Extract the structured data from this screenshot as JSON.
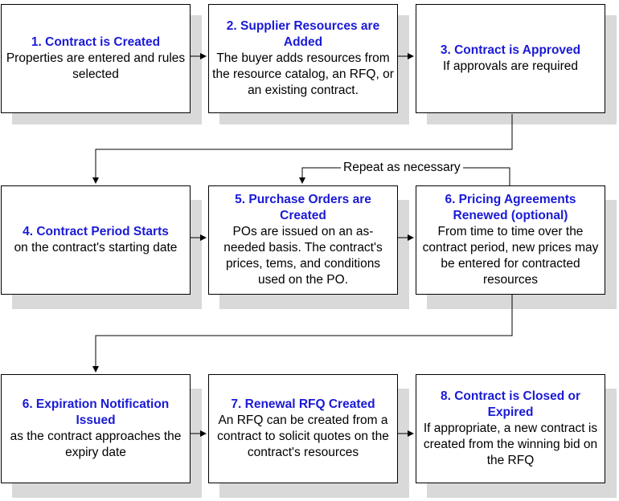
{
  "steps": [
    {
      "title": "1. Contract is Created",
      "desc": "Properties are entered and rules selected"
    },
    {
      "title": "2. Supplier Resources are Added",
      "desc": "The buyer adds resources from the resource catalog, an RFQ, or an existing contract."
    },
    {
      "title": "3. Contract is Approved",
      "desc": "If approvals are required"
    },
    {
      "title": "4. Contract Period Starts",
      "desc": "on the contract's starting date"
    },
    {
      "title": "5. Purchase Orders are Created",
      "desc": "POs are issued on an as-needed basis. The contract's prices, tems, and conditions used on the PO."
    },
    {
      "title": "6. Pricing Agreements Renewed (optional)",
      "desc": "From time to time over the contract period, new prices may be entered for contracted resources"
    },
    {
      "title": "6. Expiration Notification Issued",
      "desc": "as the contract approaches the expiry date"
    },
    {
      "title": "7. Renewal RFQ Created",
      "desc": "An RFQ can be created from a contract to solicit quotes on the contract's resources"
    },
    {
      "title": "8. Contract is Closed or Expired",
      "desc": "If appropriate, a new contract is created from the winning bid on the RFQ"
    }
  ],
  "loop_label": "Repeat as necessary"
}
